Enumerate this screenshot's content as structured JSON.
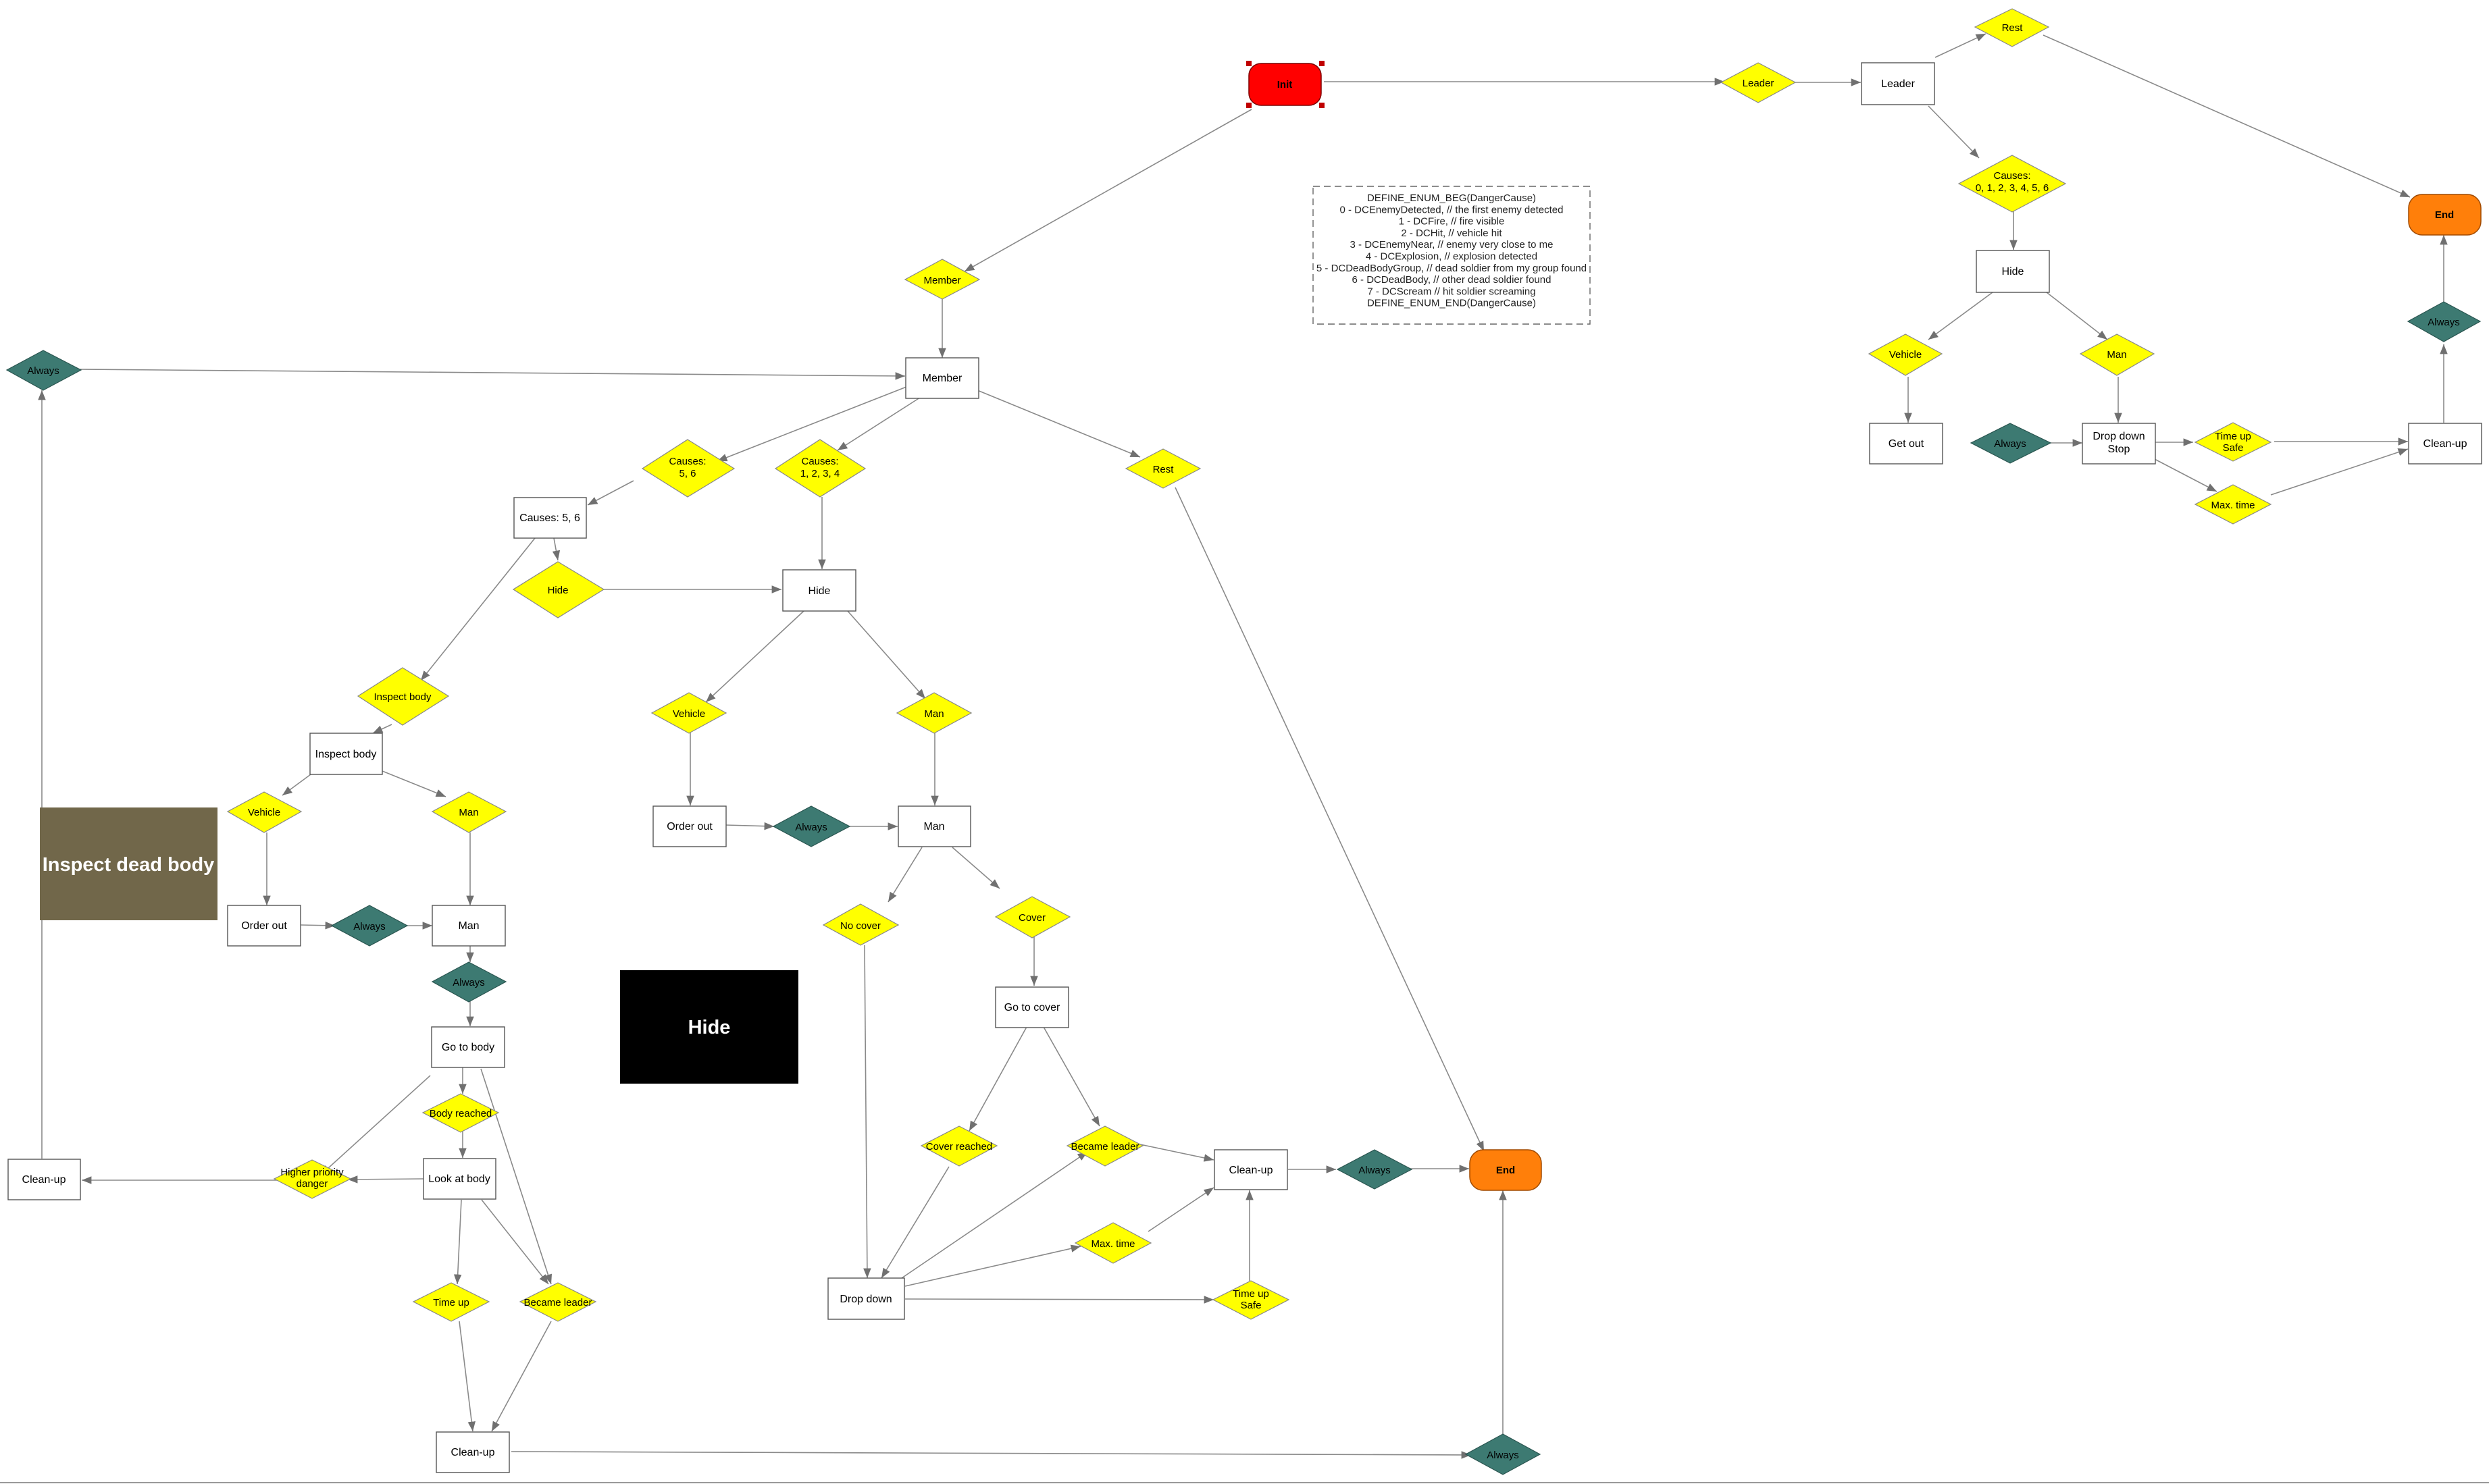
{
  "colors": {
    "condition": "#ffff00",
    "always": "#3d7a72",
    "end": "#ff7f0a",
    "init": "#ff0000",
    "banner_inspect": "#71674a",
    "banner_hide": "#000000",
    "line": "#808080",
    "box_border": "#555555"
  },
  "labels": {
    "init": "Init",
    "leader_cond": "Leader",
    "leader_state": "Leader",
    "rest_top": "Rest",
    "causes_all_1": "Causes:",
    "causes_all_2": "0, 1, 2, 3, 4, 5, 6",
    "end_top": "End",
    "hide_leader": "Hide",
    "vehicle_leader": "Vehicle",
    "man_leader": "Man",
    "getout": "Get out",
    "always_leader_a": "Always",
    "dropdown_stop_1": "Drop down",
    "dropdown_stop_2": "Stop",
    "timeup_safe_top_1": "Time up",
    "timeup_safe_top_2": "Safe",
    "maxtime_top": "Max. time",
    "cleanup_top": "Clean-up",
    "always_top_right": "Always",
    "member_cond": "Member",
    "member_state": "Member",
    "always_left": "Always",
    "causes56_cond_1": "Causes:",
    "causes56_cond_2": "5, 6",
    "causes1234_cond_1": "Causes:",
    "causes1234_cond_2": "1, 2, 3, 4",
    "rest_mid": "Rest",
    "causes56_state": "Causes: 5, 6",
    "hide_cond": "Hide",
    "hide_member": "Hide",
    "inspect_cond": "Inspect body",
    "inspect_state": "Inspect body",
    "vehicle_member": "Vehicle",
    "man_member": "Man",
    "vehicle_insp": "Vehicle",
    "man_insp": "Man",
    "orderout_mid": "Order out",
    "always_mid": "Always",
    "man_state_mid": "Man",
    "orderout_left": "Order out",
    "always_insp": "Always",
    "man_state_left": "Man",
    "always_insp2": "Always",
    "gotobody": "Go to body",
    "bodyreached": "Body reached",
    "lookatbody": "Look at body",
    "higherpriority_1": "Higher priority",
    "higherpriority_2": "danger",
    "cleanup_left": "Clean-up",
    "timeup_left": "Time up",
    "becameleader_left": "Became leader",
    "cleanup_bottom": "Clean-up",
    "always_bottom": "Always",
    "nocover": "No cover",
    "cover_cond": "Cover",
    "gotocover": "Go to cover",
    "coverreached": "Cover reached",
    "becameleader_mid": "Became leader",
    "cleanup_mid": "Clean-up",
    "always_mid2": "Always",
    "end_mid": "End",
    "maxtime_mid": "Max. time",
    "dropdown": "Drop down",
    "timeup_safe_mid_1": "Time up",
    "timeup_safe_mid_2": "Safe",
    "banner_inspect": "Inspect dead body",
    "banner_hide": "Hide"
  },
  "enum_note": [
    "DEFINE_ENUM_BEG(DangerCause)",
    "0 - DCEnemyDetected, // the first enemy detected",
    "1 - DCFire, // fire visible",
    "2 - DCHit, // vehicle hit",
    "3 - DCEnemyNear, // enemy very close to me",
    "4 - DCExplosion, // explosion detected",
    "5 - DCDeadBodyGroup, // dead soldier from my group found",
    "6 - DCDeadBody, // other dead soldier found",
    "7 - DCScream // hit soldier screaming",
    "DEFINE_ENUM_END(DangerCause)"
  ]
}
